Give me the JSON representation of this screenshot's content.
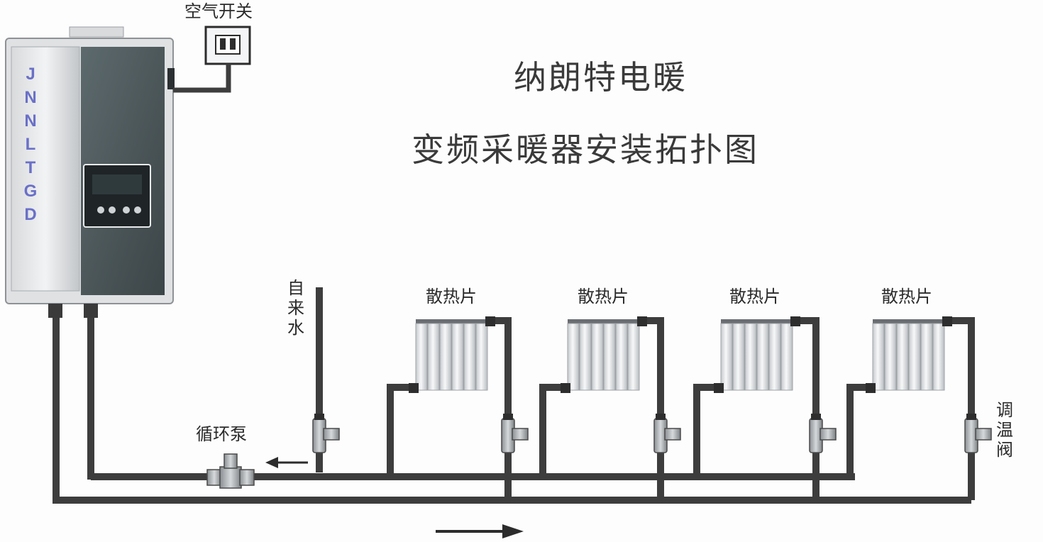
{
  "title": {
    "line1": "纳朗特电暖",
    "line2": "变频采暖器安装拓扑图"
  },
  "labels": {
    "air_switch": "空气开关",
    "tap_water": "自来水",
    "circulation_pump": "循环泵",
    "thermostat_valve": "调温阀",
    "radiators": [
      "散热片",
      "散热片",
      "散热片",
      "散热片"
    ]
  },
  "heater": {
    "brand_letters": [
      "J",
      "N",
      "N",
      "L",
      "T",
      "G",
      "D"
    ]
  },
  "colors": {
    "pipe": "#3d3d3d",
    "brand_text": "#6a70c8",
    "heater_body": "#c9cccf",
    "heater_panel": "#4f5b5e",
    "radiator": "#e4e6e8"
  }
}
